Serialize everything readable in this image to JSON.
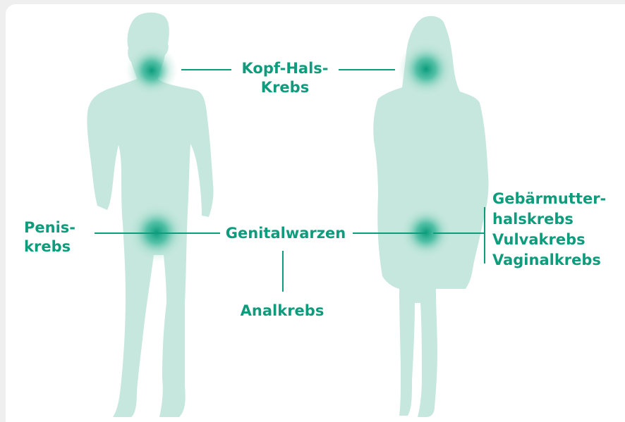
{
  "colors": {
    "silhouette": "#c6e7de",
    "label": "#0e9c7c",
    "hotspot": "#0a9c7c",
    "background": "#ffffff"
  },
  "labels": {
    "head_neck": [
      "Kopf-Hals-",
      "Krebs"
    ],
    "penis": [
      "Penis-",
      "krebs"
    ],
    "genital_warts": "Genitalwarzen",
    "anal": "Analkrebs",
    "cervix": [
      "Gebärmutter-",
      "halskrebs"
    ],
    "vulva": "Vulvakrebs",
    "vaginal": "Vaginalkrebs"
  },
  "figures": [
    {
      "name": "male-silhouette"
    },
    {
      "name": "female-silhouette"
    }
  ]
}
